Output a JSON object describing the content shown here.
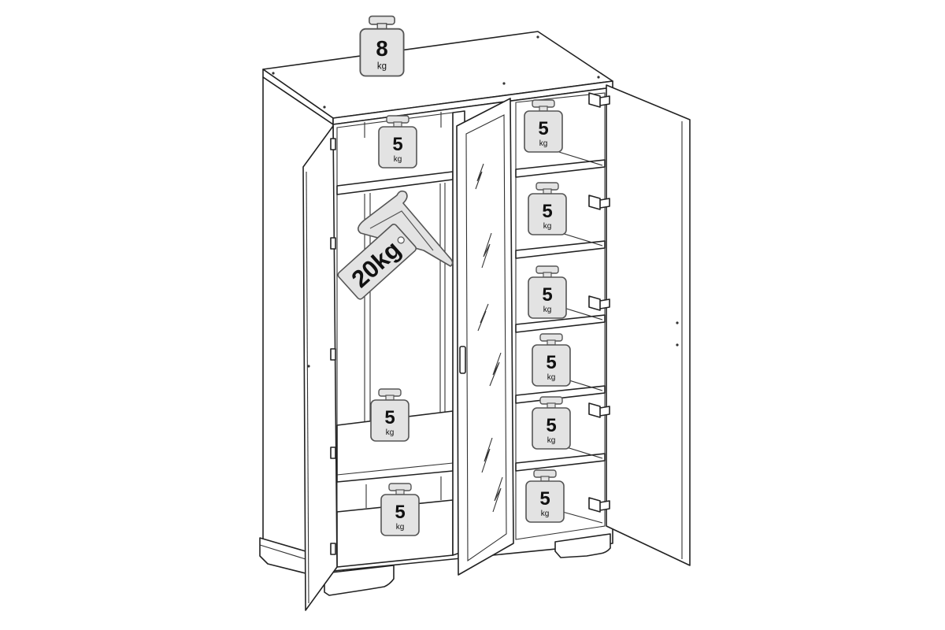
{
  "colors": {
    "line": "#222222",
    "weight_fill": "#e3e3e3",
    "weight_stroke": "#555555",
    "text": "#111111"
  },
  "weights": [
    {
      "value": "8",
      "unit": "kg",
      "location": "top"
    },
    {
      "value": "5",
      "unit": "kg",
      "location": "left-upper-shelf"
    },
    {
      "value": "5",
      "unit": "kg",
      "location": "left-middle-shelf"
    },
    {
      "value": "5",
      "unit": "kg",
      "location": "left-bottom-shelf"
    },
    {
      "value": "5",
      "unit": "kg",
      "location": "right-shelf-1"
    },
    {
      "value": "5",
      "unit": "kg",
      "location": "right-shelf-2"
    },
    {
      "value": "5",
      "unit": "kg",
      "location": "right-shelf-3"
    },
    {
      "value": "5",
      "unit": "kg",
      "location": "right-shelf-4"
    },
    {
      "value": "5",
      "unit": "kg",
      "location": "right-shelf-5"
    },
    {
      "value": "5",
      "unit": "kg",
      "location": "right-shelf-6"
    }
  ],
  "hanger_label": "20kg"
}
